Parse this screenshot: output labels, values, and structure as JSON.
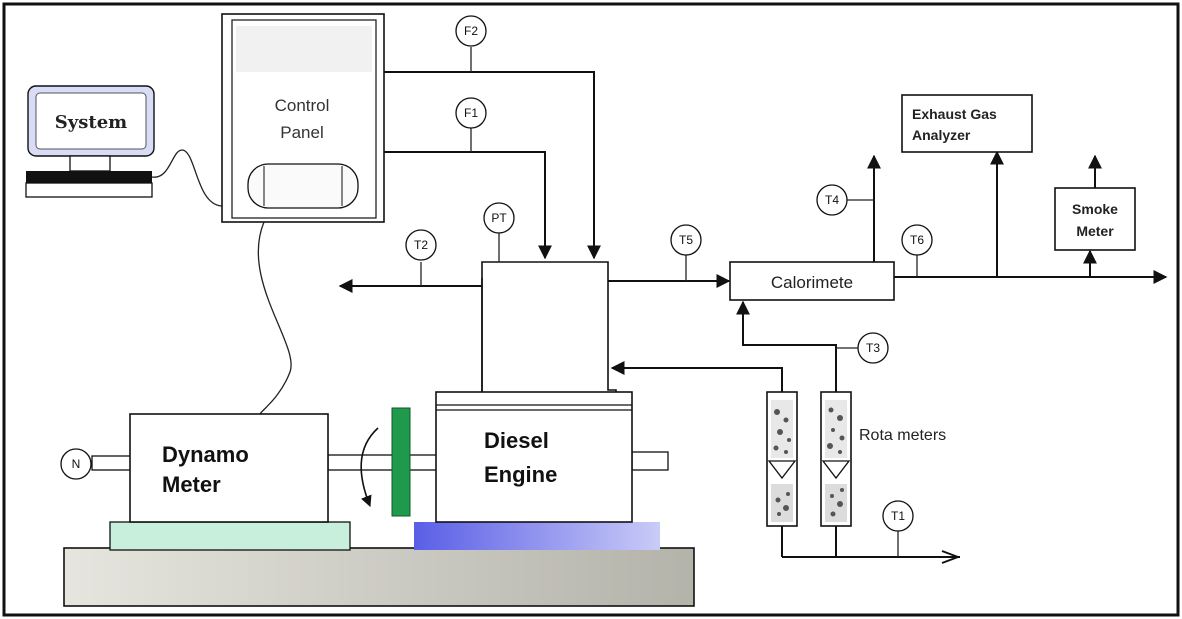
{
  "labels": {
    "system": "System",
    "control_panel_line1": "Control",
    "control_panel_line2": "Panel",
    "exhaust_line1": "Exhaust Gas",
    "exhaust_line2": "Analyzer",
    "smoke_line1": "Smoke",
    "smoke_line2": "Meter",
    "calorimeter": "Calorimete",
    "rota_meters": "Rota meters",
    "dynamo_line1": "Dynamo",
    "dynamo_line2": "Meter",
    "diesel_line1": "Diesel",
    "diesel_line2": "Engine"
  },
  "gauges": {
    "f1": "F1",
    "f2": "F2",
    "pt": "PT",
    "t1": "T1",
    "t2": "T2",
    "t3": "T3",
    "t4": "T4",
    "t5": "T5",
    "t6": "T6",
    "n": "N"
  },
  "colors": {
    "flywheel": "#1f9a4c",
    "dynamo_base": "#c8efdc",
    "engine_base_start": "#5a5ee6",
    "engine_base_end": "#c9cbf7",
    "bed": "#c9c8c0",
    "monitor_frame": "#d8dcf6"
  }
}
